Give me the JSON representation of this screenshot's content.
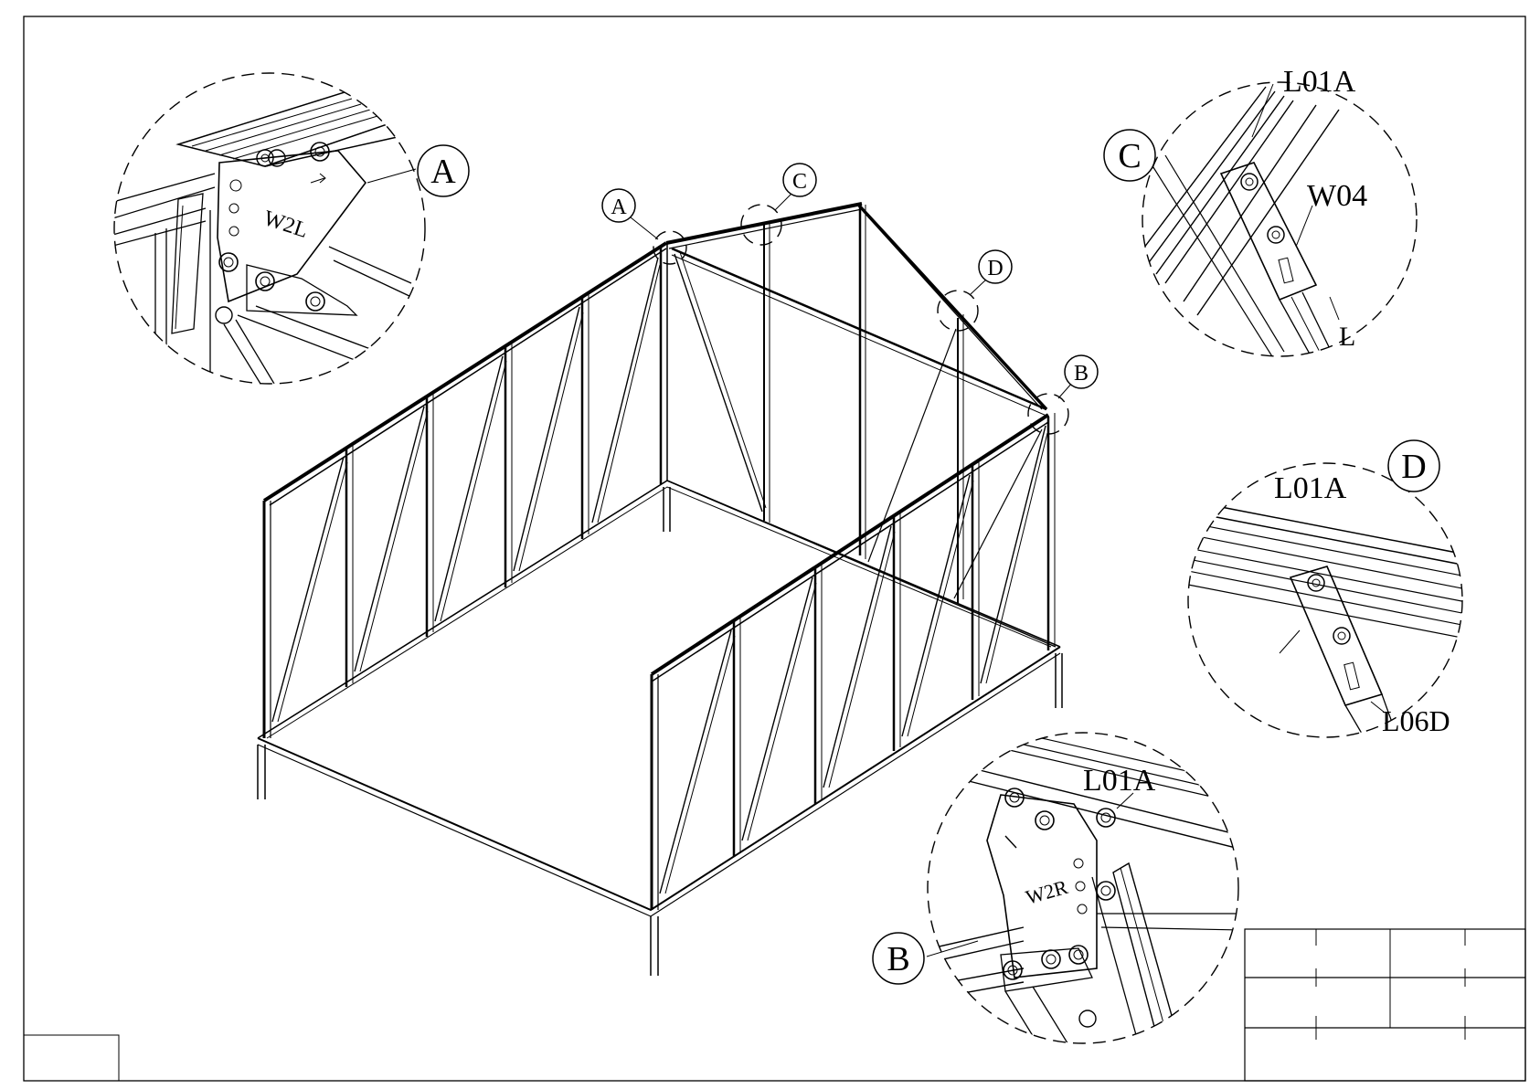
{
  "callouts": {
    "a_small": "A",
    "b_small": "B",
    "c_small": "C",
    "d_small": "D"
  },
  "details": {
    "a": {
      "letter": "A",
      "plate_text": "W2L"
    },
    "b": {
      "letter": "B",
      "plate_text": "W2R",
      "parts": [
        "L01A"
      ]
    },
    "c": {
      "letter": "C",
      "parts": [
        "L01A",
        "W04",
        "L"
      ]
    },
    "d": {
      "letter": "D",
      "parts": [
        "L01A",
        "L06D"
      ]
    }
  },
  "title_block": {
    "rows": 3,
    "cols": 4
  }
}
